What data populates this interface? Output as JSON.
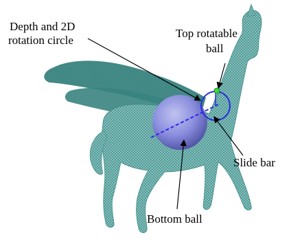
{
  "labels": {
    "depth_circle_line1": "Depth and 2D",
    "depth_circle_line2": "rotation circle",
    "top_ball_line1": "Top rotatable",
    "top_ball_line2": "ball",
    "slide_bar": "Slide bar",
    "bottom_ball": "Bottom ball"
  },
  "colors": {
    "mesh": "#5fa7a4",
    "mesh_dark": "#2f7572",
    "wing": "#3c8a86",
    "ball": "#8c8ce0",
    "ball_shade": "#4a4aa0",
    "circle": "#2a2ae6",
    "top_ball": "#38d838",
    "annotation": "#000000"
  },
  "icons": {
    "subject": "pegasus-mesh",
    "bottom_ball": "sphere",
    "top_ball": "small-green-sphere",
    "circle": "rotation-circle"
  }
}
